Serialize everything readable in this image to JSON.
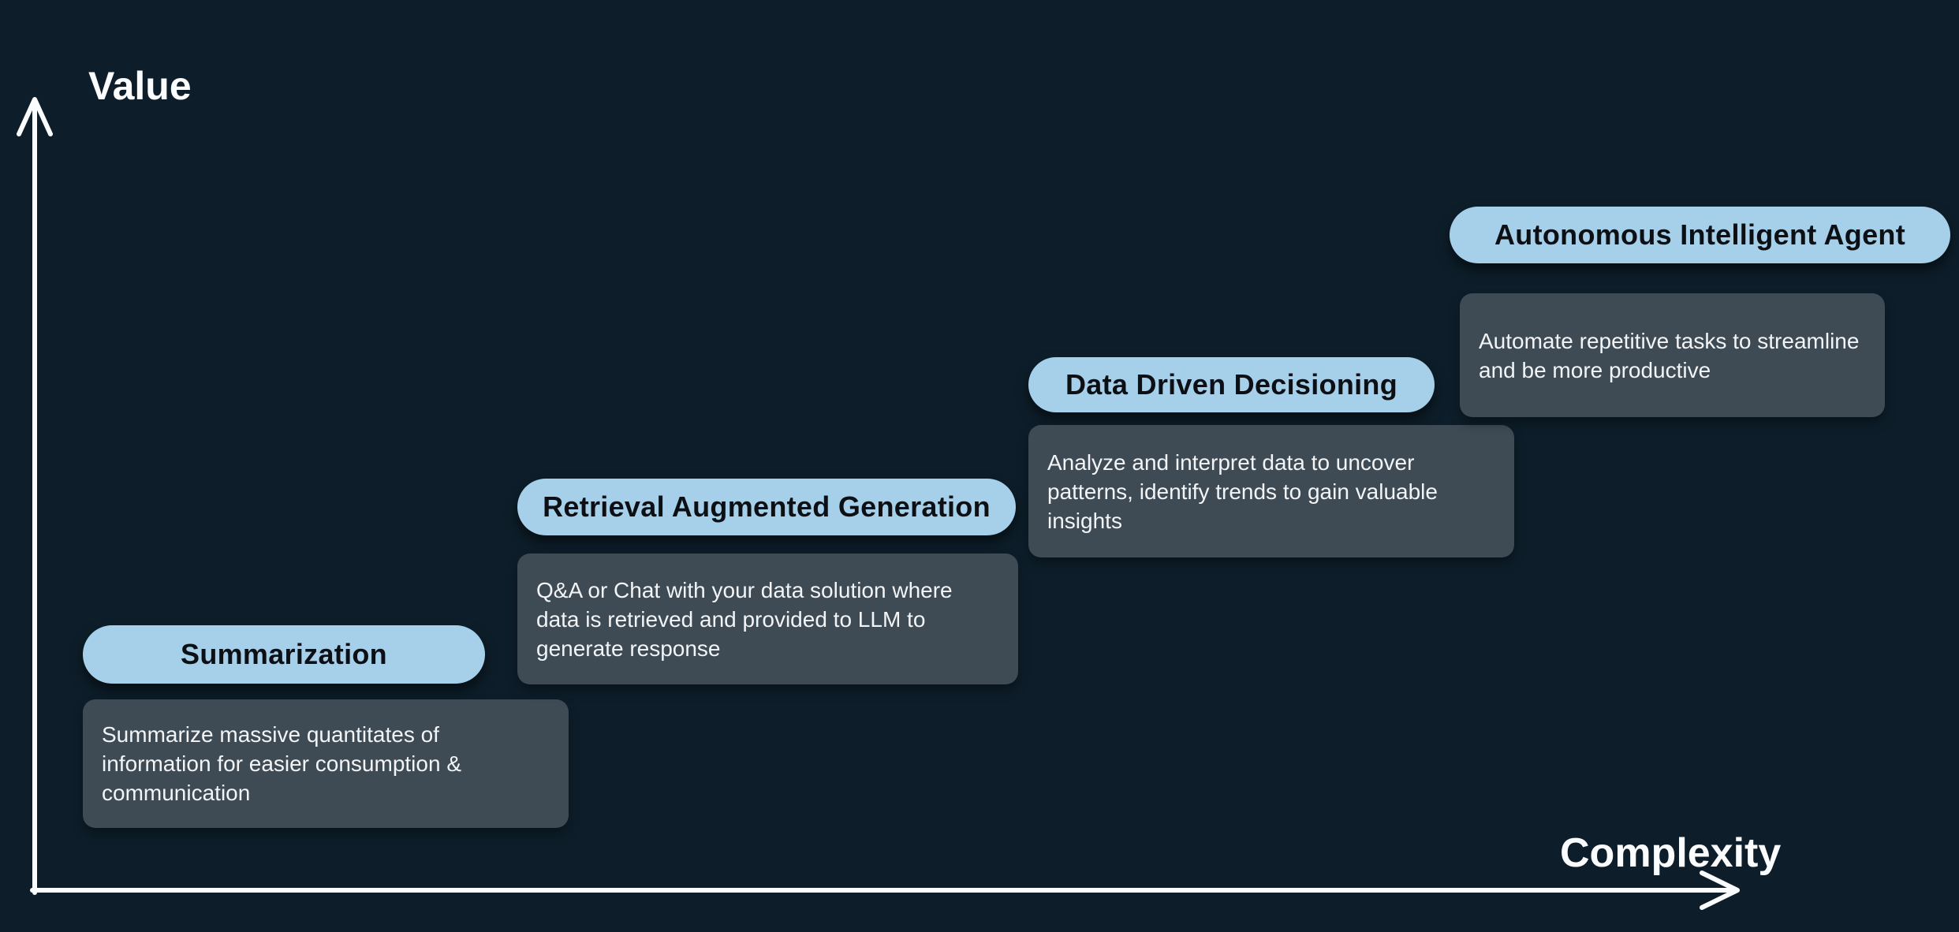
{
  "axes": {
    "y_label": "Value",
    "x_label": "Complexity"
  },
  "steps": [
    {
      "title": "Summarization",
      "description": "Summarize massive quantitates of information for easier consumption & communication"
    },
    {
      "title": "Retrieval Augmented Generation",
      "description": "Q&A or Chat with your data solution where data is retrieved and provided to LLM to generate response"
    },
    {
      "title": "Data Driven Decisioning",
      "description": "Analyze and interpret data to uncover patterns, identify trends to gain valuable insights"
    },
    {
      "title": "Autonomous Intelligent Agent",
      "description": "Automate repetitive tasks to streamline and be more productive"
    }
  ],
  "colors": {
    "bg": "#0d1e2a",
    "pill": "#a6cfe9",
    "box": "#3e4a54",
    "pill-text": "#0c1014",
    "box-text": "#f2f4f6",
    "axis": "#fbfcfd"
  }
}
